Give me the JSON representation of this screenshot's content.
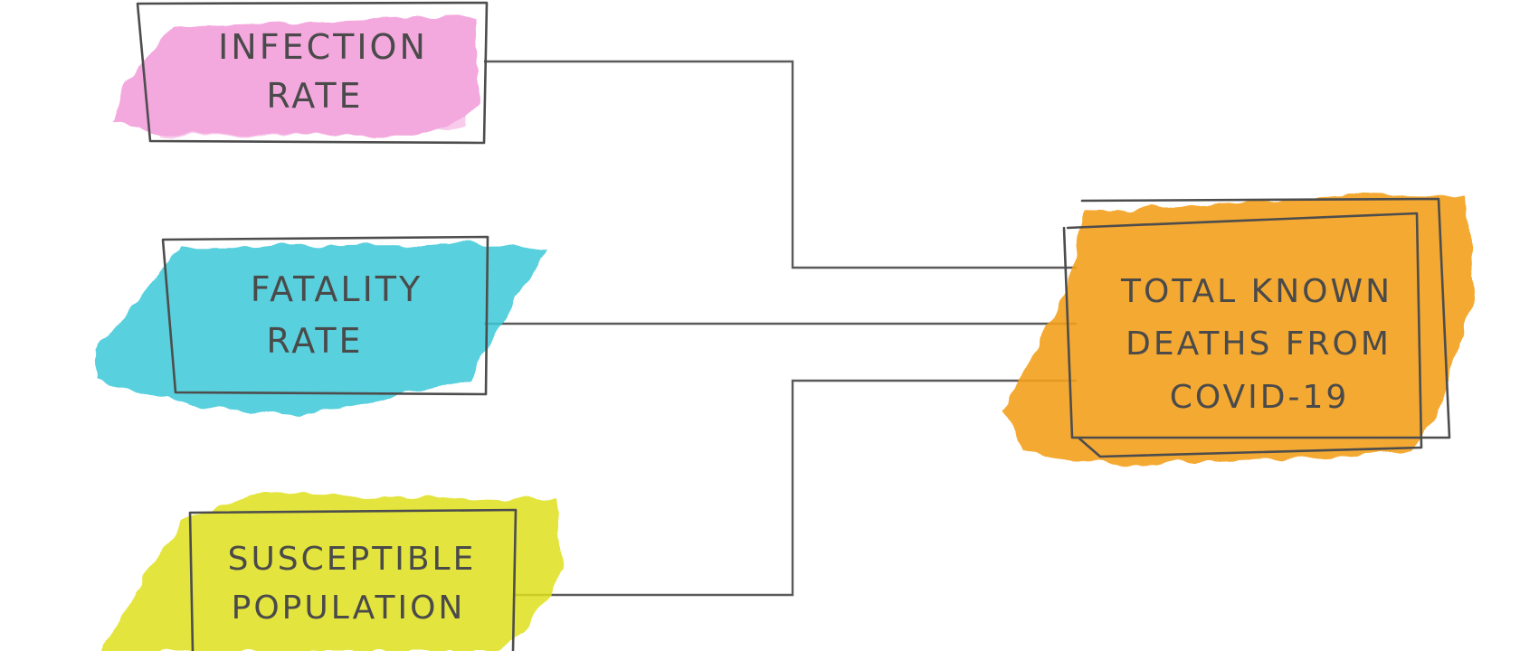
{
  "diagram": {
    "nodes": {
      "infection_rate": {
        "lines": [
          "INFECTION",
          "RATE"
        ],
        "color": "#f29ad9"
      },
      "fatality_rate": {
        "lines": [
          "FATALITY",
          "RATE"
        ],
        "color": "#3dc8d8"
      },
      "susceptible_population": {
        "lines": [
          "SUSCEPTIBLE",
          "POPULATION"
        ],
        "color": "#dfe01a"
      },
      "total_known_deaths": {
        "lines": [
          "TOTAL KNOWN",
          "DEATHS FROM",
          "COVID-19"
        ],
        "color": "#f3a01c"
      }
    },
    "line_color": "#5a5a5a",
    "text_color": "#4a4a4a"
  }
}
